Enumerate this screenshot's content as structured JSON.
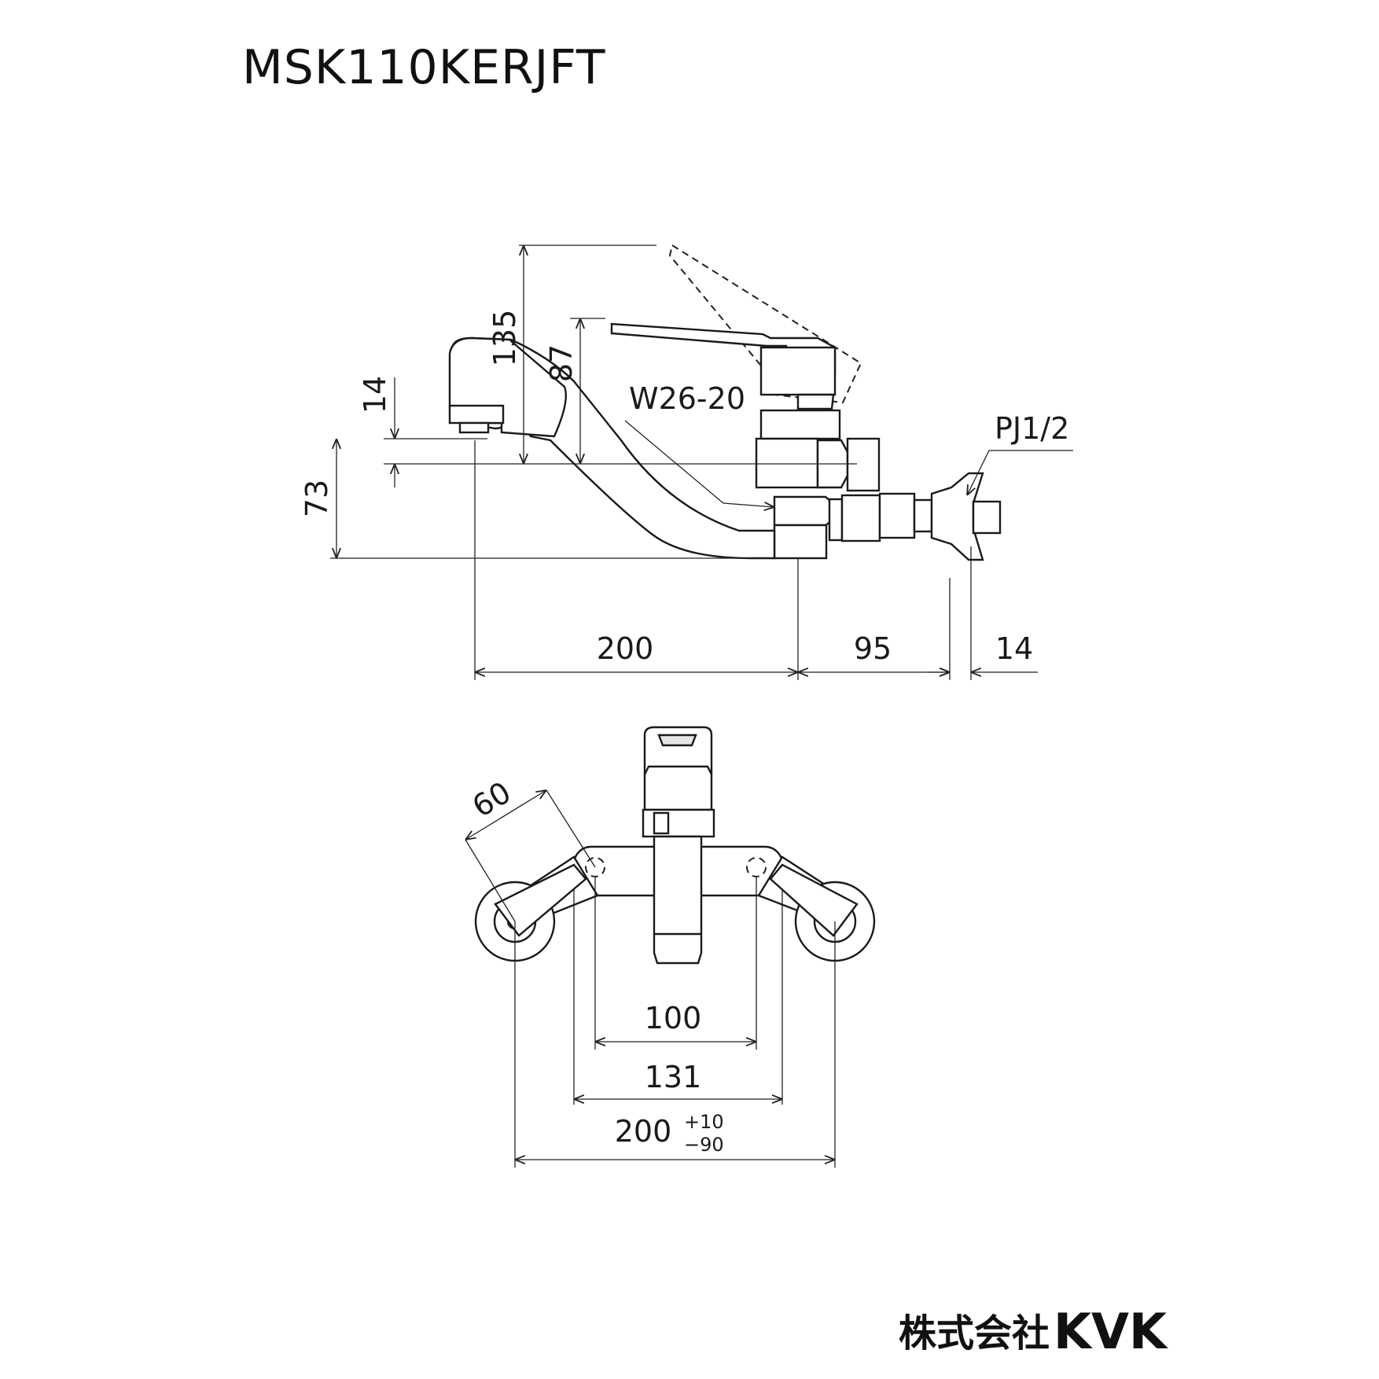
{
  "title": "MSK110KERJFT",
  "company": {
    "name_jp": "株式会社",
    "logo": "KVK"
  },
  "side_view": {
    "dim_lever_height": "135",
    "dim_body_height": "87",
    "dim_spout_tip": "14",
    "dim_spout_drop": "73",
    "dim_spout_reach": "200",
    "dim_body_depth": "95",
    "dim_fitting": "14",
    "label_mixer_thread": "W26-20",
    "label_pipe_thread": "PJ1/2"
  },
  "front_view": {
    "dim_arm": "60",
    "dim_inner": "100",
    "dim_body_width": "131",
    "dim_center": "200",
    "tol_plus": "+10",
    "tol_minus": "−90"
  }
}
